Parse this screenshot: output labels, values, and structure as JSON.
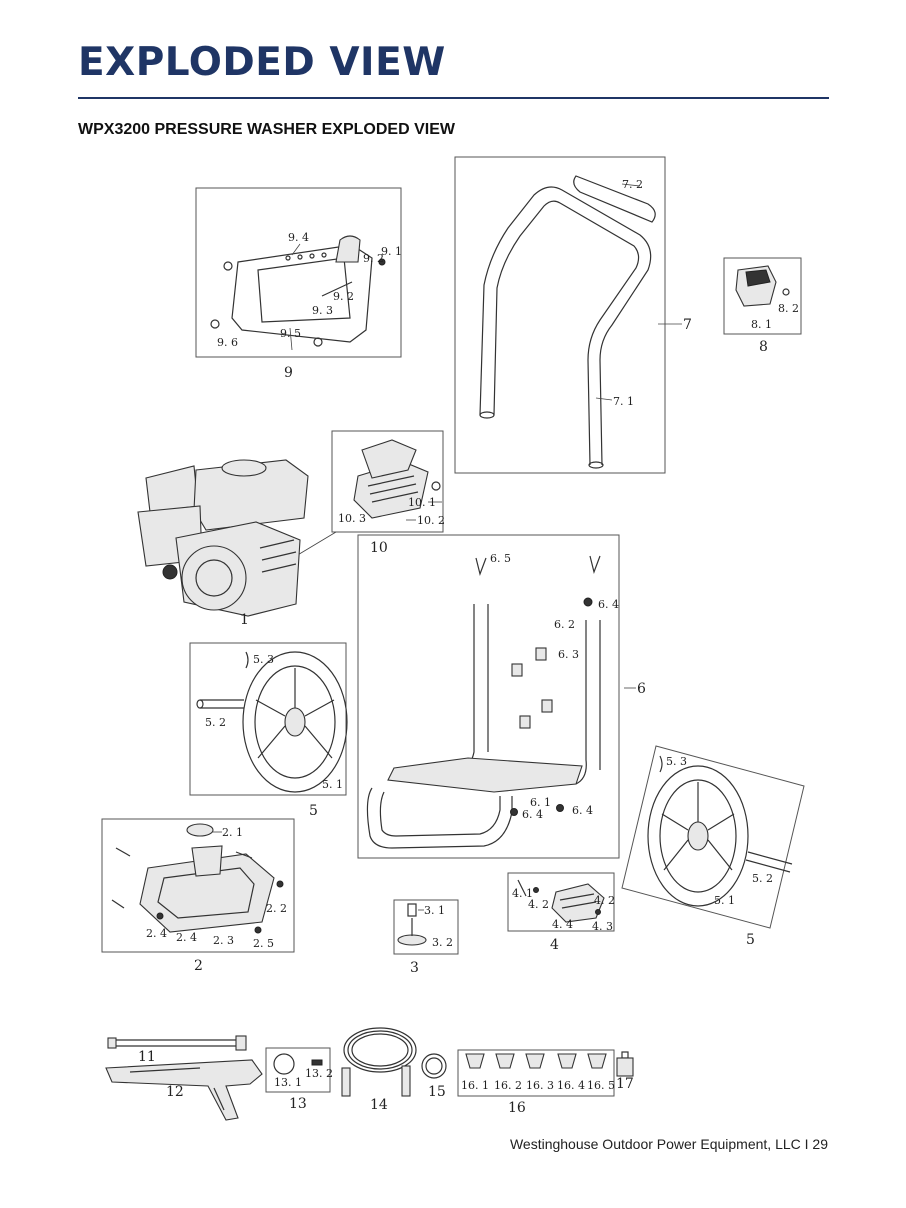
{
  "header": {
    "title": "EXPLODED VIEW",
    "subtitle": "WPX3200  PRESSURE WASHER EXPLODED VIEW"
  },
  "footer": {
    "company": "Westinghouse Outdoor Power Equipment, LLC",
    "separator": "I",
    "page_number": "29"
  },
  "labels": {
    "p9_4": "9. 4",
    "p9_2a": "9. 2",
    "p9_1": "9. 1",
    "p9_2b": "9. 2",
    "p9_3": "9. 3",
    "p9_5": "9. 5",
    "p9_6": "9. 6",
    "g9": "9",
    "p7_2": "7. 2",
    "g7": "7",
    "p7_1": "7. 1",
    "p8_2": "8. 2",
    "p8_1": "8. 1",
    "g8": "8",
    "p10_1": "10. 1",
    "p10_3": "10. 3",
    "p10_2": "10. 2",
    "g10": "10",
    "g1": "1",
    "p6_5": "6. 5",
    "p6_4a": "6. 4",
    "p6_2": "6. 2",
    "p6_3": "6. 3",
    "g6": "6",
    "p6_1": "6. 1",
    "p6_4b": "6. 4",
    "p6_4c": "6. 4",
    "p5_3a": "5. 3",
    "p5_2a": "5. 2",
    "p5_1a": "5. 1",
    "g5a": "5",
    "p5_3b": "5. 3",
    "p5_2b": "5. 2",
    "p5_1b": "5. 1",
    "g5b": "5",
    "p2_1": "2. 1",
    "p2_2": "2. 2",
    "p2_4a": "2. 4",
    "p2_4b": "2. 4",
    "p2_3": "2. 3",
    "p2_5": "2. 5",
    "g2": "2",
    "p3_1": "3. 1",
    "p3_2": "3. 2",
    "g3": "3",
    "p4_1": "4. 1",
    "p4_2a": "4. 2",
    "p4_2b": "4. 2",
    "p4_4": "4. 4",
    "p4_3": "4. 3",
    "g4": "4",
    "g11": "11",
    "g12": "12",
    "p13_1": "13. 1",
    "p13_2": "13. 2",
    "g13": "13",
    "g14": "14",
    "g15": "15",
    "p16_1": "16. 1",
    "p16_2": "16. 2",
    "p16_3": "16. 3",
    "p16_4": "16. 4",
    "p16_5": "16. 5",
    "g16": "16",
    "g17": "17"
  },
  "colors": {
    "title_navy": "#1f3565",
    "line": "#333333"
  }
}
